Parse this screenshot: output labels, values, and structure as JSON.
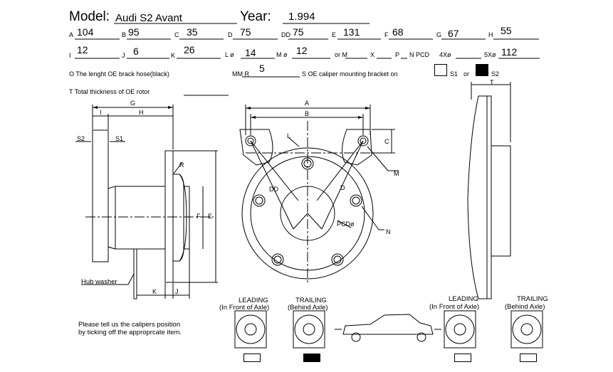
{
  "header": {
    "model_label": "Model:",
    "model_value": "Audi S2 Avant",
    "year_label": "Year:",
    "year_value": "1.994"
  },
  "row1": [
    {
      "label": "A",
      "value": "104"
    },
    {
      "label": "B",
      "value": "95"
    },
    {
      "label": "C",
      "value": "35"
    },
    {
      "label": "D",
      "value": "75"
    },
    {
      "label": "DD",
      "value": "75"
    },
    {
      "label": "E",
      "value": "131"
    },
    {
      "label": "F",
      "value": "68"
    },
    {
      "label": "G",
      "value": "67"
    },
    {
      "label": "H",
      "value": "55"
    }
  ],
  "row2": [
    {
      "label": "I",
      "value": "12"
    },
    {
      "label": "J",
      "value": "6"
    },
    {
      "label": "K",
      "value": "26"
    },
    {
      "label": "L ø",
      "value": "14"
    },
    {
      "label": "M ø",
      "value": "12"
    }
  ],
  "row2_extra": {
    "or_m": "or M",
    "x": "X",
    "p": "P",
    "n_pcd": "N PCD",
    "four_x": "4Xø",
    "five_x": "5Xø",
    "pcd_value": "112"
  },
  "row3": {
    "o_text": "O The lenght OE brack hose(black)",
    "mm_r": "MM R",
    "r_value": "5",
    "s_text": "S OE caliper mounting bracket on",
    "s1": "S1",
    "or": "or",
    "s2": "S2"
  },
  "row4": {
    "t_text": "T Total thickness of OE rotor"
  },
  "diagram_labels": {
    "g": "G",
    "i": "I",
    "h": "H",
    "s2": "S2",
    "s1": "S1",
    "r": "R",
    "f": "F",
    "e": "E",
    "hub_washer": "Hub washer",
    "k": "K",
    "j": "J",
    "a": "A",
    "b": "B",
    "c": "C",
    "l": "L",
    "m": "M",
    "dd": "DD",
    "d": "D",
    "pcd": "PCDø",
    "n": "N",
    "t": "T"
  },
  "bottom": {
    "instruction_line1": "Please tell us the calipers position",
    "instruction_line2": "by ticking off the approprcate item.",
    "leading": "LEADING",
    "leading_sub": "(In Front of Axle)",
    "trailing": "TRAILING",
    "trailing_sub": "(Behind Axle)"
  }
}
